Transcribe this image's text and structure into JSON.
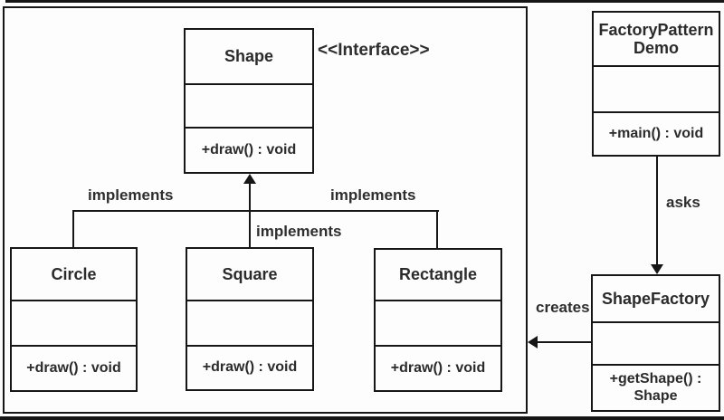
{
  "diagram": {
    "stereotype_label": "<<Interface>>",
    "classes": {
      "shape": {
        "name": "Shape",
        "attributes": "",
        "method": "+draw() : void"
      },
      "circle": {
        "name": "Circle",
        "attributes": "",
        "method": "+draw() : void"
      },
      "square": {
        "name": "Square",
        "attributes": "",
        "method": "+draw() : void"
      },
      "rectangle": {
        "name": "Rectangle",
        "attributes": "",
        "method": "+draw() : void"
      },
      "demo": {
        "name": "FactoryPattern\nDemo",
        "attributes": "",
        "method": "+main() : void"
      },
      "factory": {
        "name": "ShapeFactory",
        "attributes": "",
        "method": "+getShape() :\nShape"
      }
    },
    "connector_labels": {
      "implements_left": "implements",
      "implements_middle": "implements",
      "implements_right": "implements",
      "asks": "asks",
      "creates": "creates"
    },
    "colors": {
      "line": "#161616",
      "text": "#2b2b2b",
      "background": "#fdfdfd"
    }
  }
}
